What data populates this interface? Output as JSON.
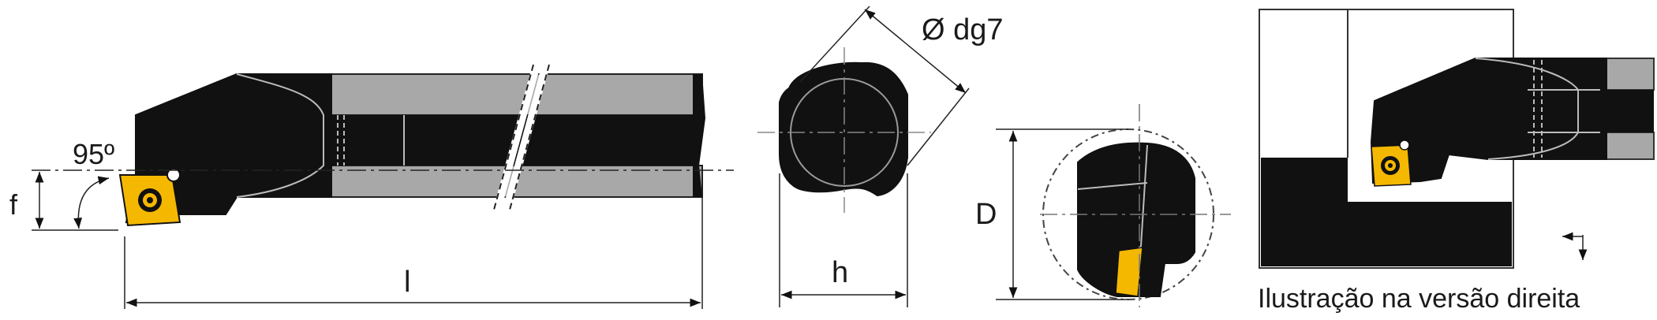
{
  "labels": {
    "angle": "95º",
    "f": "f",
    "l": "l",
    "diameter": "Ø dg7",
    "h": "h",
    "D": "D",
    "caption": "Ilustração na versão direita"
  },
  "colors": {
    "tool_body": "#111111",
    "shank_grey": "#a8a8a8",
    "insert_yellow": "#f5b800",
    "line": "#111111"
  }
}
